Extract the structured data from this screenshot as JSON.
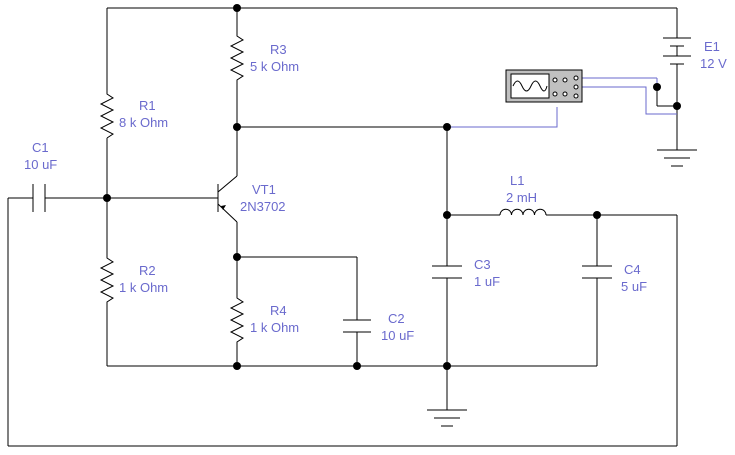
{
  "components": {
    "r1": {
      "ref": "R1",
      "value": "8 k Ohm"
    },
    "r2": {
      "ref": "R2",
      "value": "1 k Ohm"
    },
    "r3": {
      "ref": "R3",
      "value": "5 k Ohm"
    },
    "r4": {
      "ref": "R4",
      "value": "1 k Ohm"
    },
    "c1": {
      "ref": "C1",
      "value": "10 uF"
    },
    "c2": {
      "ref": "C2",
      "value": "10 uF"
    },
    "c3": {
      "ref": "C3",
      "value": "1 uF"
    },
    "c4": {
      "ref": "C4",
      "value": "5 uF"
    },
    "l1": {
      "ref": "L1",
      "value": "2 mH"
    },
    "vt1": {
      "ref": "VT1",
      "value": "2N3702"
    },
    "e1": {
      "ref": "E1",
      "value": "12 V"
    }
  },
  "colors": {
    "wire": "#000000",
    "label": "#6a6acd",
    "probe": "#6a6acd"
  }
}
